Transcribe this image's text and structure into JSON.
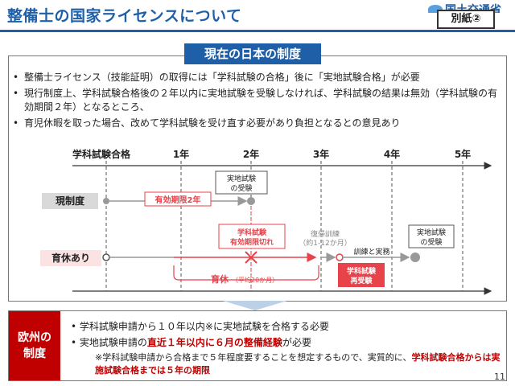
{
  "header": {
    "title": "整備士の国家ライセンスについて",
    "ministry": "国土交通省",
    "badge": "別紙②"
  },
  "section": {
    "title": "現在の日本の制度",
    "bullets": [
      "整備士ライセンス（技能証明）の取得には「学科試験の合格」後に「実地試験合格」が必要",
      "現行制度上、学科試験合格後の２年以内に実地試験を受験しなければ、学科試験の結果は無効（学科試験の有効期間２年）となるところ、",
      "育児休暇を取った場合、改めて学科試験を受け直す必要があり負担となるとの意見あり"
    ]
  },
  "timeline": {
    "start_label": "学科試験合格",
    "years": [
      "1年",
      "2年",
      "3年",
      "4年",
      "5年"
    ],
    "row1_label": "現制度",
    "row2_label": "育休あり",
    "validity_label": "有効期限2年",
    "exam1_label": [
      "実地試験",
      "の受験"
    ],
    "expired_label": [
      "学科試験",
      "有効期限切れ"
    ],
    "return_training": [
      "復帰訓練",
      "（約1-12か月）"
    ],
    "training_practice": "訓練と実務",
    "retake_label": [
      "学科試験",
      "再受験"
    ],
    "exam2_label": [
      "実地試験",
      "の受験"
    ],
    "leave_label": "育休",
    "leave_sub": "（平均20か月）"
  },
  "eu": {
    "label_line1": "欧州の",
    "label_line2": "制度",
    "bullet1": "学科試験申請から１０年以内※に実地試験を合格する必要",
    "bullet2_pre": "実地試験申請の",
    "bullet2_red": "直近１年以内に６月の整備経験",
    "bullet2_post": "が必要",
    "note_pre": "※学科試験申請から合格まで５年程度要することを想定するもので、実質的に、",
    "note_red": "学科試験合格からは実施試験合格までは５年の期限"
  },
  "page_number": "11",
  "colors": {
    "accent": "#1f5fa8",
    "red": "#e8424a",
    "eu_red": "#c00000"
  }
}
